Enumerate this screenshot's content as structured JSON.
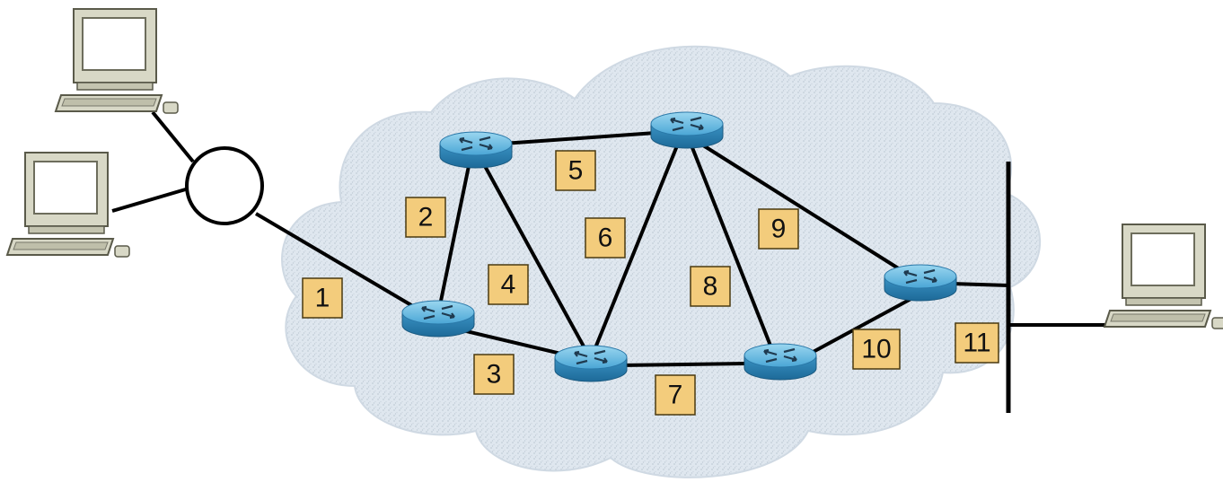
{
  "diagram": {
    "link_labels": [
      "1",
      "2",
      "3",
      "4",
      "5",
      "6",
      "7",
      "8",
      "9",
      "10",
      "11"
    ],
    "colors": {
      "cloud_fill": "#dde6ee",
      "cloud_speckle": "#c4cfd9",
      "router_top": "#5fb8e0",
      "router_side": "#2f86b8",
      "label_fill": "#f3cc7c",
      "link": "#000000",
      "computer_body": "#d9d9c8",
      "computer_screen": "#ffffff"
    },
    "icons": {
      "router": "router-icon",
      "computer": "desktop-computer-icon",
      "hub": "hub-icon",
      "bus": "ethernet-bus-icon"
    }
  }
}
